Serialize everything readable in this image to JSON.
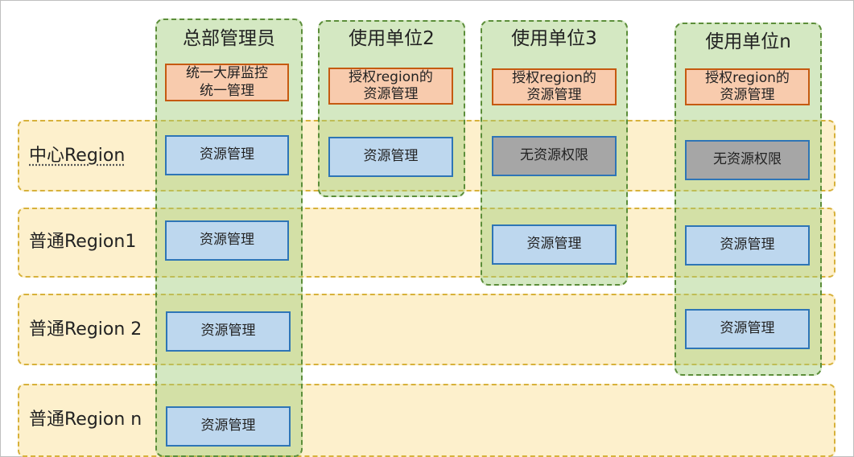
{
  "regions": [
    {
      "label": "中心Region"
    },
    {
      "label": "普通Region1"
    },
    {
      "label": "普通Region 2"
    },
    {
      "label": "普通Region n"
    }
  ],
  "columns": [
    {
      "title": "总部管理员",
      "top_box": "统一大屏监控\n统一管理"
    },
    {
      "title": "使用单位2",
      "top_box": "授权region的\n资源管理"
    },
    {
      "title": "使用单位3",
      "top_box": "授权region的\n资源管理"
    },
    {
      "title": "使用单位n",
      "top_box": "授权region的\n资源管理"
    }
  ],
  "cells": {
    "resource_mgmt": "资源管理",
    "no_permission": "无资源权限"
  },
  "colors": {
    "region_fill": "#fdf0cc",
    "region_border": "#d7b13b",
    "column_fill": "#c9e2b3",
    "column_border": "#5c8e3a",
    "resource_fill": "#bdd7ee",
    "resource_border": "#2e75b6",
    "no_permission_fill": "#a6a6a6",
    "auth_fill": "#f8cbad",
    "auth_border": "#c55a11"
  }
}
